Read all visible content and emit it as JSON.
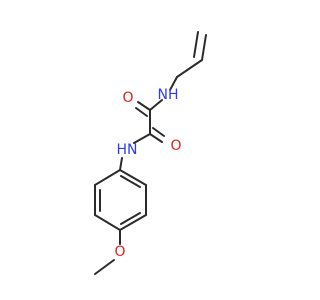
{
  "molecule": {
    "atoms": {
      "n_allyl": {
        "symbol": "N",
        "hydrogen": "H"
      },
      "n_aryl": {
        "symbol": "N",
        "hydrogen": "H"
      },
      "o_carbonyl_1": {
        "symbol": "O"
      },
      "o_carbonyl_2": {
        "symbol": "O"
      },
      "o_methoxy": {
        "symbol": "O"
      }
    }
  },
  "colors": {
    "carbon_bond": "#2b2b2b",
    "nitrogen": "#2f3fd8",
    "oxygen": "#e0201e",
    "background": "#ffffff"
  }
}
